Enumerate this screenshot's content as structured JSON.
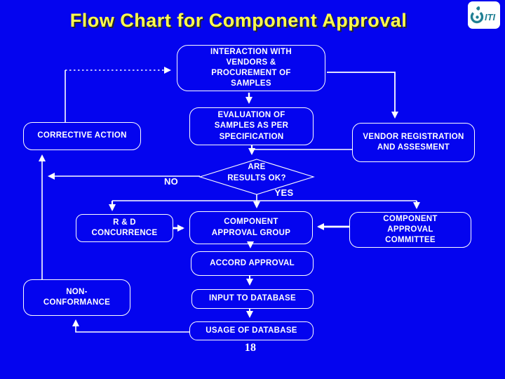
{
  "slide": {
    "title": "Flow Chart for Component Approval",
    "page_number": "18",
    "colors": {
      "background": "#0404EF",
      "title_text": "#FFFF4D",
      "title_shadow": "#26262E",
      "box_border": "#FFFFFF",
      "box_text": "#FFFFFF",
      "connector": "#FFFFFF",
      "logo_background": "#FFFFFF",
      "logo_teal": "#1F7F93"
    }
  },
  "logo": {
    "text": "ITI"
  },
  "flowchart": {
    "interaction": "INTERACTION WITH\nVENDORS &\nPROCUREMENT OF\nSAMPLES",
    "corrective": "CORRECTIVE ACTION",
    "evaluation": "EVALUATION OF\nSAMPLES AS PER\nSPECIFICATION",
    "vendor_registration": "VENDOR REGISTRATION\nAND ASSESMENT",
    "decision": "ARE\nRESULTS OK?",
    "no_label": "NO",
    "yes_label": "YES",
    "rd": "R & D\nCONCURRENCE",
    "approval_group": "COMPONENT\nAPPROVAL GROUP",
    "approval_committee": "COMPONENT\nAPPROVAL\nCOMMITTEE",
    "accord": "ACCORD APPROVAL",
    "input_db": "INPUT TO DATABASE",
    "nonconformance": "NON-\nCONFORMANCE",
    "usage_db": "USAGE OF DATABASE"
  }
}
